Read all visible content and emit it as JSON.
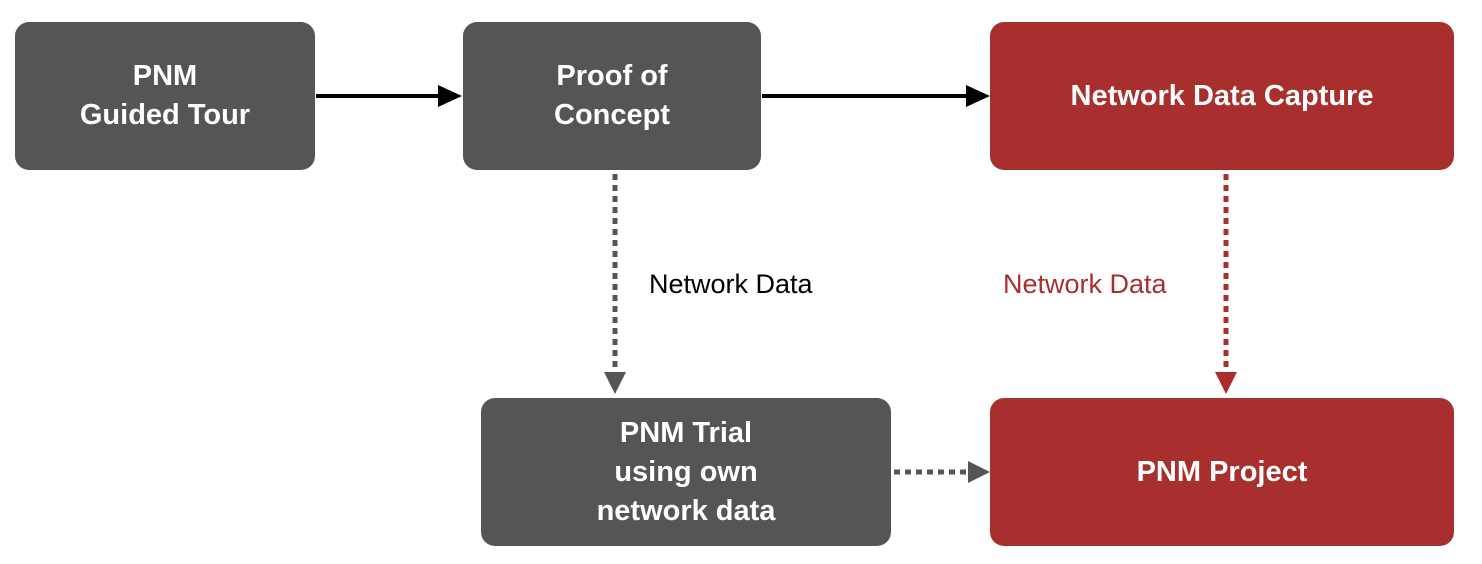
{
  "nodes": {
    "guided_tour": "PNM\nGuided Tour",
    "proof_of_concept": "Proof of\nConcept",
    "network_data_capture": "Network Data Capture",
    "pnm_trial": "PNM Trial\nusing own\nnetwork data",
    "pnm_project": "PNM Project"
  },
  "edge_labels": {
    "poc_to_trial": "Network Data",
    "capture_to_project": "Network Data"
  },
  "colors": {
    "gray_node": "#555555",
    "red_node": "#a82f2e",
    "solid_arrow": "#000000",
    "gray_dotted_arrow": "#555555",
    "red_dotted_arrow": "#a82f2e"
  }
}
